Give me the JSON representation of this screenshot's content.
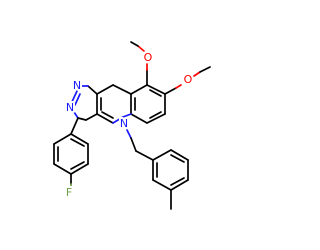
{
  "molecule": {
    "atoms": {
      "n1": {
        "symbol": "N",
        "color": "#1a1aff"
      },
      "n2": {
        "symbol": "N",
        "color": "#1a1aff"
      },
      "n5": {
        "symbol": "N",
        "color": "#1a1aff"
      },
      "o7": {
        "symbol": "O",
        "color": "#ff0000"
      },
      "o8": {
        "symbol": "O",
        "color": "#ff0000"
      },
      "f": {
        "symbol": "F",
        "color": "#6fa04a"
      }
    },
    "colors": {
      "carbon": "#000000",
      "nitrogen": "#1a1aff",
      "oxygen": "#ff0000",
      "fluorine": "#6fa04a"
    }
  }
}
